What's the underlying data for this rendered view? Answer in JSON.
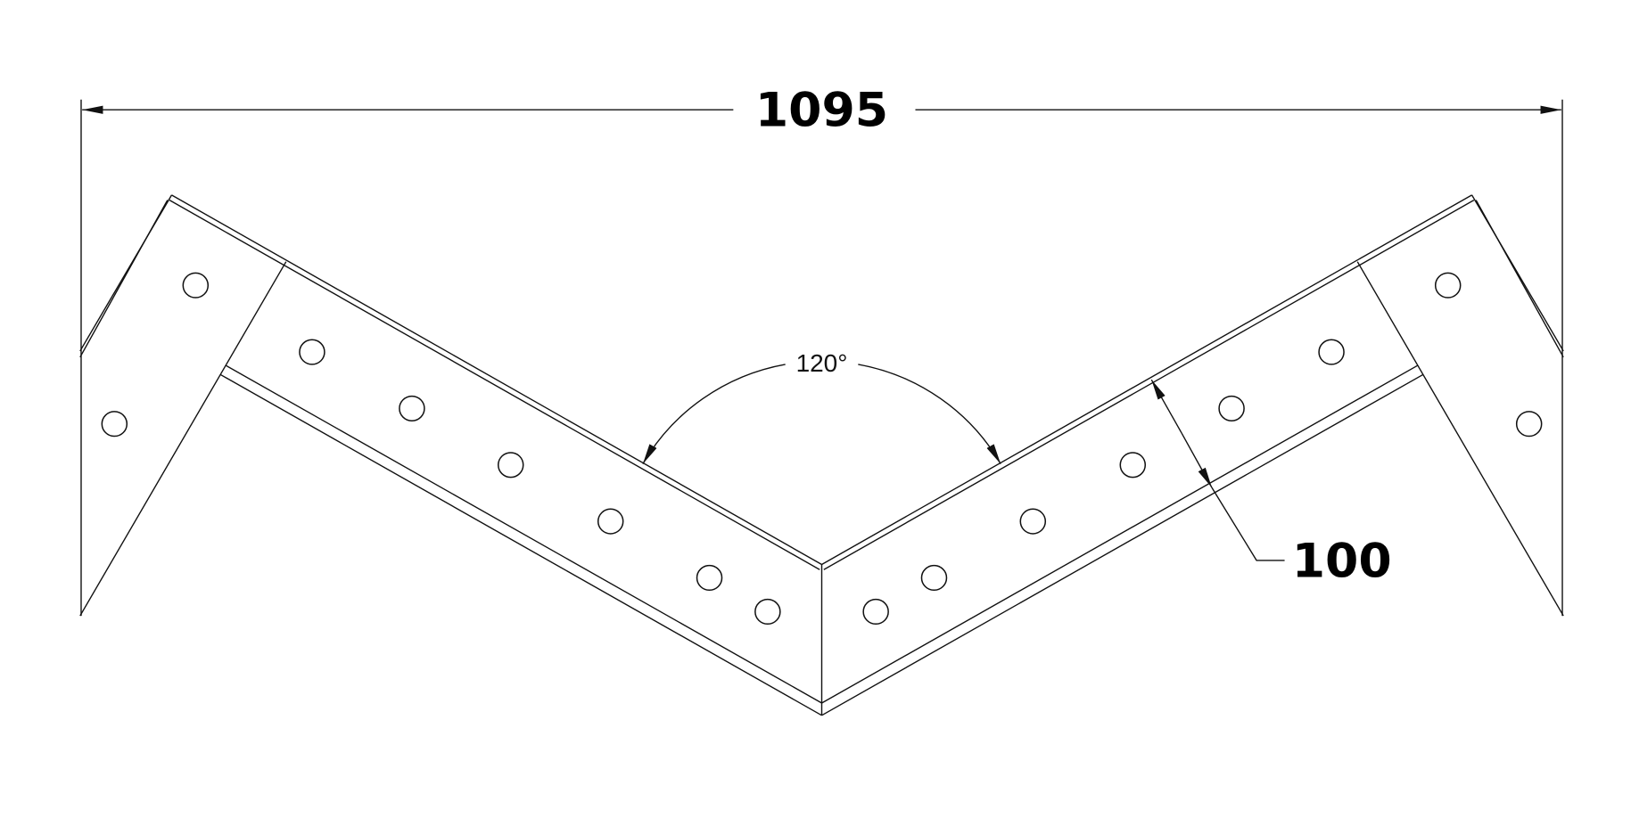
{
  "drawing": {
    "overall_width_label": "1095",
    "angle_label": "120°",
    "width_label": "100"
  }
}
